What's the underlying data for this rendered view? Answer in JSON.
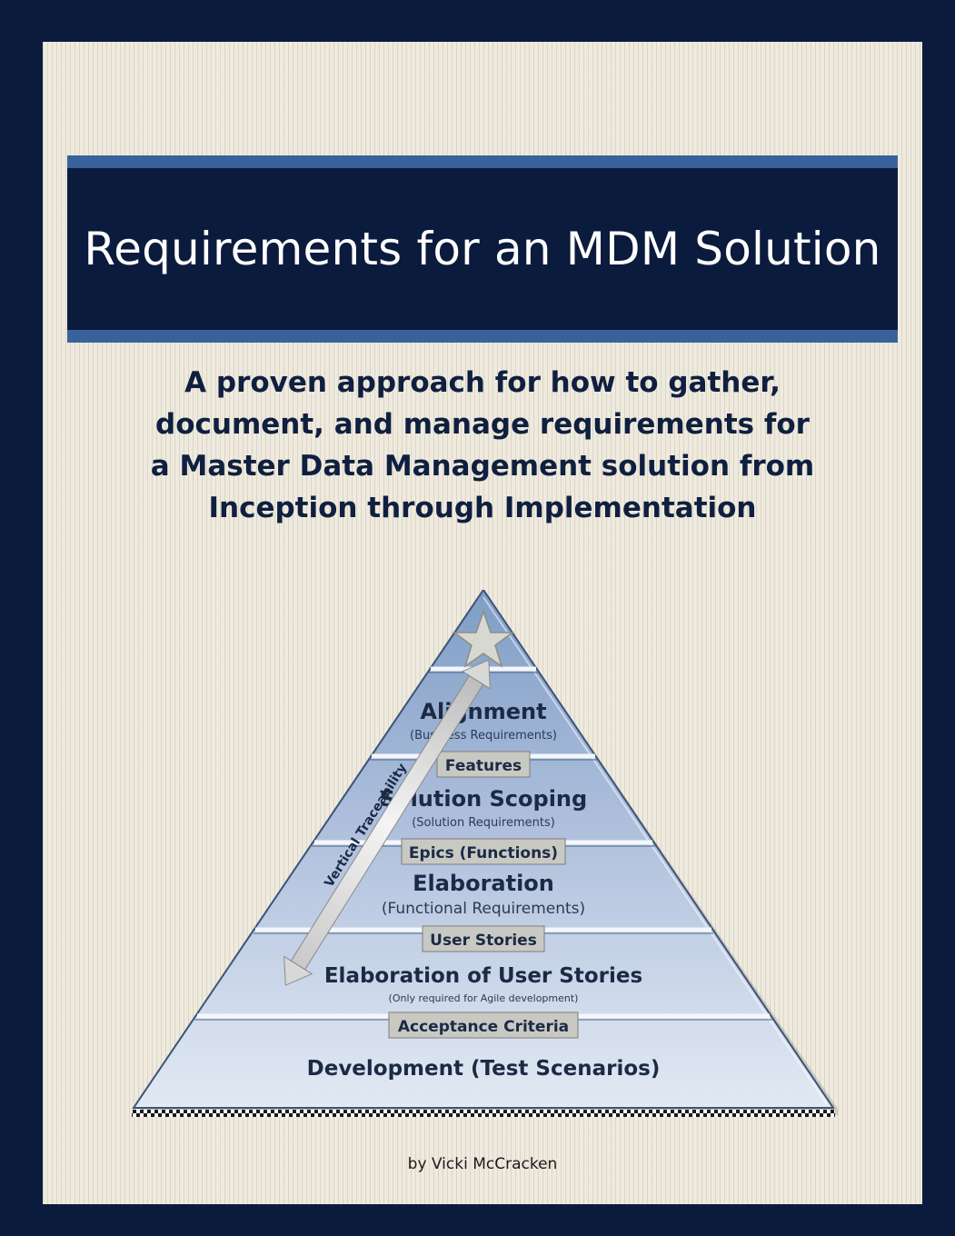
{
  "title": "Requirements for an MDM Solution",
  "subtitle_lines": [
    "A proven approach for how to gather,",
    "document, and manage requirements for",
    "a Master Data Management solution from",
    "Inception through Implementation"
  ],
  "pyramid": {
    "levels": [
      {
        "name": "Alignment",
        "sub": "(Business Requirements)",
        "label": "Features"
      },
      {
        "name": "Solution Scoping",
        "sub": "(Solution Requirements)",
        "label": "Epics (Functions)"
      },
      {
        "name": "Elaboration",
        "sub": "(Functional Requirements)",
        "label": "User Stories"
      },
      {
        "name": "Elaboration of User Stories",
        "sub": "(Only required for Agile development)",
        "label": "Acceptance Criteria"
      },
      {
        "name": "Development (Test Scenarios)"
      }
    ],
    "arrow_label": "Vertical Traceability",
    "colors": {
      "top": "#8aa6cc",
      "bottom": "#dde6f1",
      "outline": "#3b5478"
    }
  },
  "author": "by Vicki McCracken"
}
